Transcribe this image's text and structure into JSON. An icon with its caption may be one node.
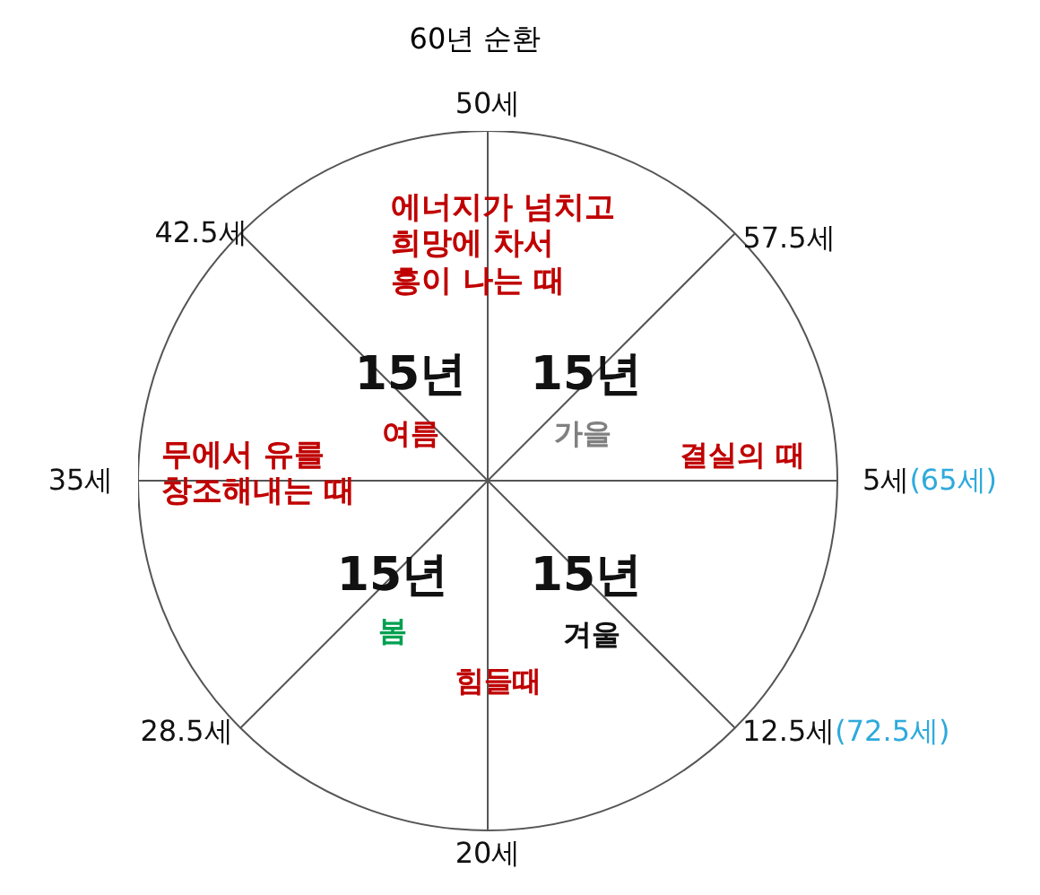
{
  "diagram": {
    "title": "60년 순환",
    "labels": [
      "50세",
      "에너지가 넘치고 희망에 차서 흥이 나는 때",
      "42.5세",
      "57.5세",
      "15년",
      "15년",
      "여름",
      "가을",
      "35세",
      "무에서 유를 창조해내는 때",
      "결실의 때",
      "5세",
      "(65세)",
      "15년",
      "15년",
      "봄",
      "겨울",
      "힘들때",
      "28.5세",
      "12.5세",
      "(72.5세)",
      "20세"
    ]
  }
}
